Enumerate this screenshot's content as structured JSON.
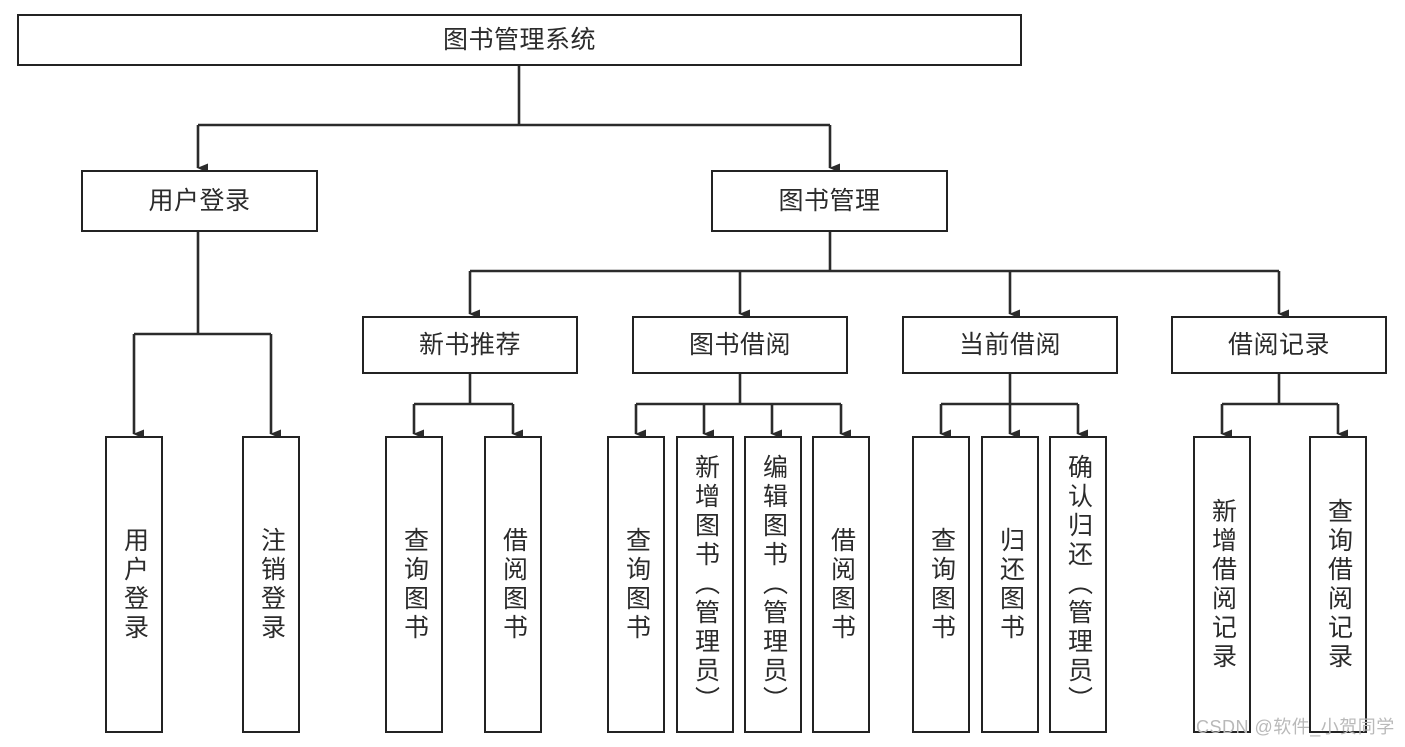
{
  "diagram": {
    "type": "tree-hierarchy",
    "title": "图书管理系统",
    "watermark": "CSDN @软件_小贺同学",
    "colors": {
      "box_border": "#232323",
      "line": "#2b2b2b",
      "background": "#ffffff",
      "text": "#2b2b2b",
      "watermark": "#b9b9b9"
    },
    "nodes": {
      "root": {
        "label": "图书管理系统",
        "level": 1,
        "orientation": "horizontal"
      },
      "l2": [
        {
          "id": "user-login",
          "label": "用户登录",
          "level": 2,
          "orientation": "horizontal"
        },
        {
          "id": "book-manage",
          "label": "图书管理",
          "level": 2,
          "orientation": "horizontal"
        }
      ],
      "l3": [
        {
          "id": "new-book-recommend",
          "label": "新书推荐",
          "level": 3,
          "orientation": "horizontal"
        },
        {
          "id": "book-borrow",
          "label": "图书借阅",
          "level": 3,
          "orientation": "horizontal"
        },
        {
          "id": "current-borrow",
          "label": "当前借阅",
          "level": 3,
          "orientation": "horizontal"
        },
        {
          "id": "borrow-record",
          "label": "借阅记录",
          "level": 3,
          "orientation": "horizontal"
        }
      ],
      "leaves": [
        {
          "id": "leaf-user-login",
          "label": "用户登录",
          "parent": "user-login",
          "orientation": "vertical"
        },
        {
          "id": "leaf-user-logout",
          "label": "注销登录",
          "parent": "user-login",
          "orientation": "vertical"
        },
        {
          "id": "leaf-query-book-1",
          "label": "查询图书",
          "parent": "new-book-recommend",
          "orientation": "vertical"
        },
        {
          "id": "leaf-borrow-book-1",
          "label": "借阅图书",
          "parent": "new-book-recommend",
          "orientation": "vertical"
        },
        {
          "id": "leaf-query-book-2",
          "label": "查询图书",
          "parent": "book-borrow",
          "orientation": "vertical"
        },
        {
          "id": "leaf-add-book",
          "label": "新增图书（管理员）",
          "parent": "book-borrow",
          "orientation": "vertical"
        },
        {
          "id": "leaf-edit-book",
          "label": "编辑图书（管理员）",
          "parent": "book-borrow",
          "orientation": "vertical"
        },
        {
          "id": "leaf-borrow-book-2",
          "label": "借阅图书",
          "parent": "book-borrow",
          "orientation": "vertical"
        },
        {
          "id": "leaf-query-book-3",
          "label": "查询图书",
          "parent": "current-borrow",
          "orientation": "vertical"
        },
        {
          "id": "leaf-return-book",
          "label": "归还图书",
          "parent": "current-borrow",
          "orientation": "vertical"
        },
        {
          "id": "leaf-confirm-return",
          "label": "确认归还（管理员）",
          "parent": "current-borrow",
          "orientation": "vertical"
        },
        {
          "id": "leaf-add-record",
          "label": "新增借阅记录",
          "parent": "borrow-record",
          "orientation": "vertical"
        },
        {
          "id": "leaf-query-record",
          "label": "查询借阅记录",
          "parent": "borrow-record",
          "orientation": "vertical"
        }
      ]
    }
  }
}
